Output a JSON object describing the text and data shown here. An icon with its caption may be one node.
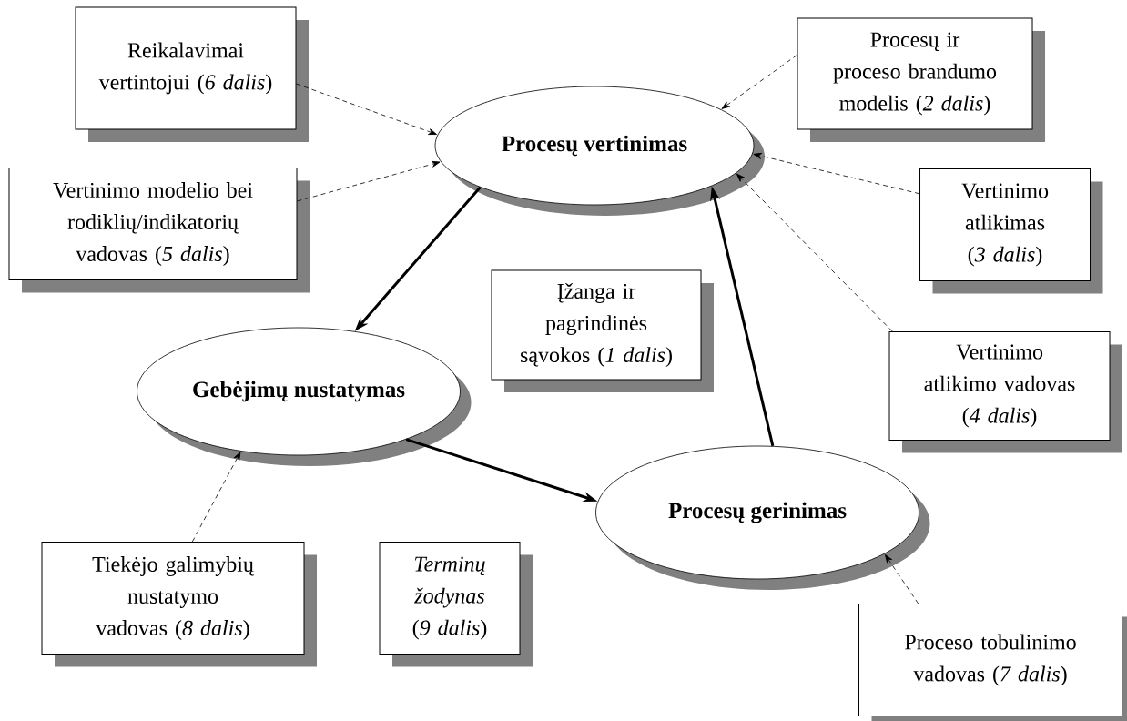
{
  "diagram": {
    "nodes": [
      {
        "text": [
          "Reikalavimai vertintojui (*6 dalis*)"
        ]
      },
      {
        "text": [
          "Procesų ir proceso brandumo modelis (*2 dalis*)"
        ]
      },
      {
        "text": [
          "Procesų vertinimas"
        ]
      },
      {
        "text": [
          "Vertinimo modelio bei rodiklių/indikatorių vadovas (*5 dalis*)"
        ]
      },
      {
        "text": [
          "Vertinimo atlikimas (*3 dalis*)"
        ]
      },
      {
        "text": [
          "Įžanga ir pagrindinės sąvokos (*1 dalis*)"
        ]
      },
      {
        "text": [
          "Vertinimo atlikimo vadovas (*4 dalis*)"
        ]
      },
      {
        "text": [
          "Gebėjimų nustatymas"
        ]
      },
      {
        "text": [
          "Procesų gerinimas"
        ]
      },
      {
        "text": [
          "Tiekėjo galimybių nustatymo vadovas (*8 dalis*)"
        ]
      },
      {
        "text": [
          "*Terminų žodynas* (*9 dalis*)"
        ]
      },
      {
        "text": [
          "Proceso tobulinimo vadovas (*7 dalis*)"
        ]
      }
    ],
    "edges": [
      {
        "from": 0,
        "to": 2,
        "arrow": "to",
        "style": "dashed"
      },
      {
        "from": 1,
        "to": 2,
        "arrow": "to",
        "style": "dashed"
      },
      {
        "from": 3,
        "to": 2,
        "arrow": "to",
        "style": "dashed"
      },
      {
        "from": 4,
        "to": 2,
        "arrow": "to",
        "style": "dashed"
      },
      {
        "from": 6,
        "to": 2,
        "arrow": "to",
        "style": "dashed"
      },
      {
        "from": 2,
        "to": 7,
        "arrow": "to",
        "style": "thick"
      },
      {
        "from": 7,
        "to": 8,
        "arrow": "to",
        "style": "thick"
      },
      {
        "from": 8,
        "to": 2,
        "arrow": "to",
        "style": "thick"
      },
      {
        "from": 9,
        "to": 7,
        "arrow": "to",
        "style": "dashed"
      },
      {
        "from": 11,
        "to": 8,
        "arrow": "to",
        "style": "dashed"
      }
    ]
  }
}
